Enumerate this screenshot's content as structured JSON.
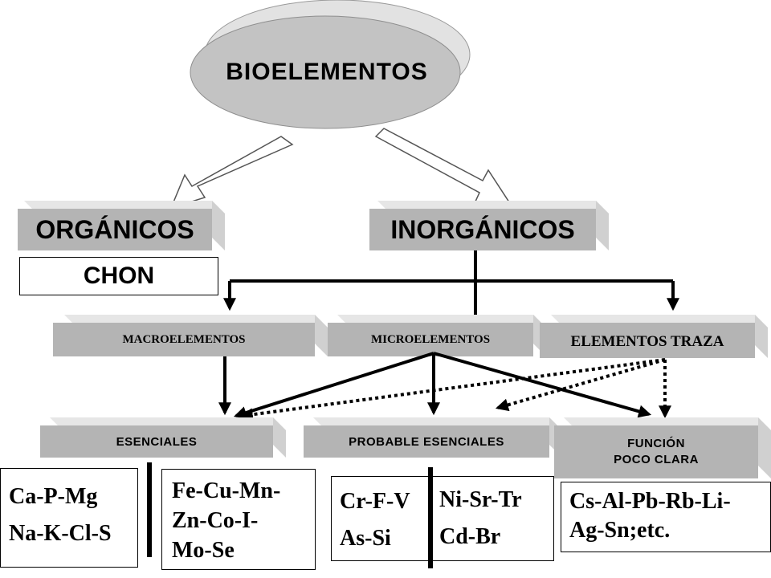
{
  "root": {
    "label": "BIOELEMENTOS"
  },
  "categories": [
    {
      "label": "ORGÁNICOS"
    },
    {
      "label": "INORGÁNICOS"
    }
  ],
  "organic_content": {
    "label": "CHON"
  },
  "inorganic_groups": [
    {
      "label": "MACROELEMENTOS"
    },
    {
      "label": "MICROELEMENTOS"
    },
    {
      "label": "ELEMENTOS TRAZA"
    }
  ],
  "classes": [
    {
      "label": "ESENCIALES"
    },
    {
      "label": "PROBABLE ESENCIALES"
    },
    {
      "line1": "FUNCIÓN",
      "line2": "POCO CLARA"
    }
  ],
  "element_boxes": {
    "essential_macro": [
      "Ca-P-Mg",
      "Na-K-Cl-S"
    ],
    "essential_micro": [
      "Fe-Cu-Mn-",
      "Zn-Co-I-",
      "Mo-Se"
    ],
    "probable_left": [
      "Cr-F-V",
      "As-Si"
    ],
    "probable_right": [
      "Ni-Sr-Tr",
      "Cd-Br"
    ],
    "unclear": [
      "Cs-Al-Pb-Rb-Li-",
      "Ag-Sn;etc."
    ]
  },
  "colors": {
    "ellipse": "#c3c3c3",
    "block_face": "#b4b4b4",
    "block_top": "#e6e6e6",
    "block_side": "#d2d2d2",
    "line": "#000000"
  }
}
